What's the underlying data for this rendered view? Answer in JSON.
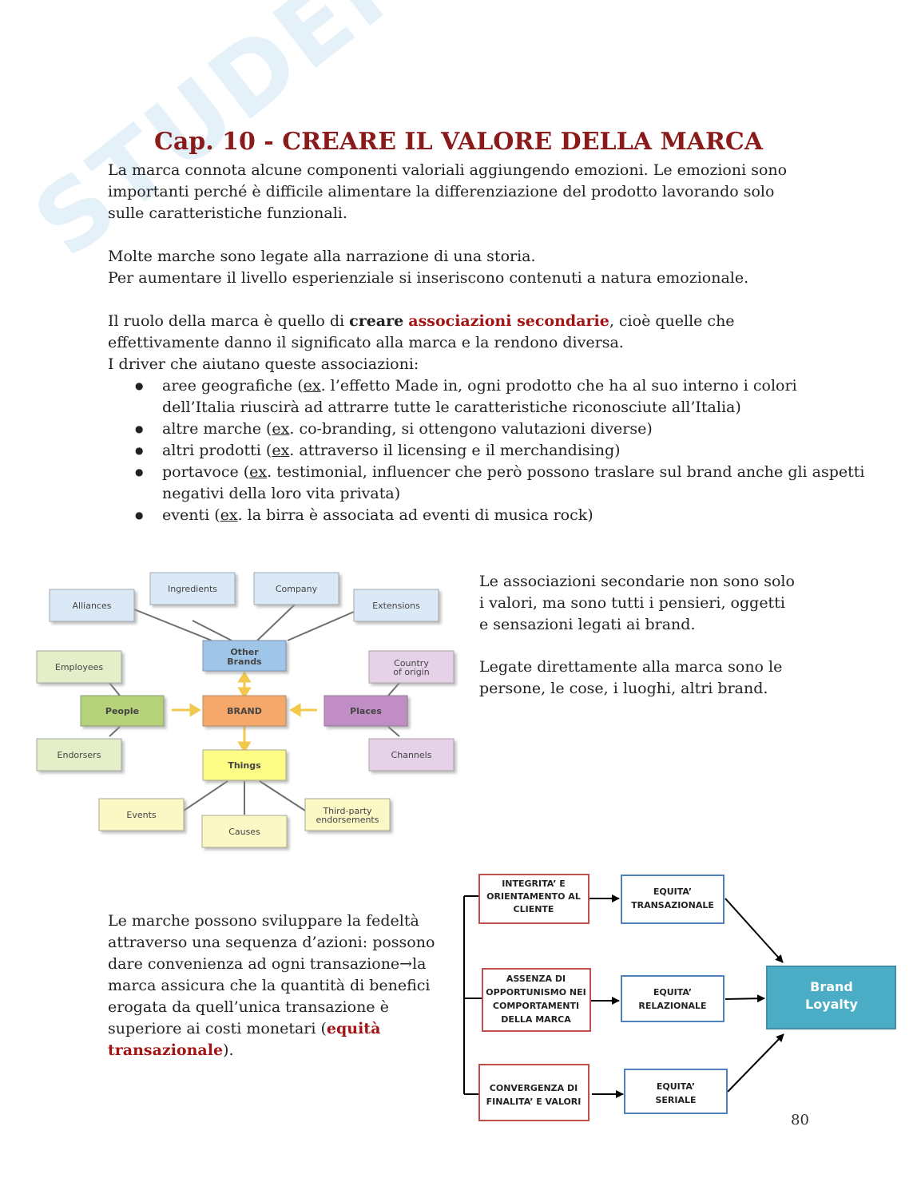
{
  "title": {
    "pre": "Cap. 10 - ",
    "main": "CREARE IL VALORE DELLA MARCA"
  },
  "intro": "La marca connota alcune componenti valoriali aggiungendo emozioni. Le emozioni sono importanti perché è difficile alimentare la differenziazione del prodotto lavorando solo sulle caratteristiche funzionali.",
  "story1": "Molte marche sono legate alla narrazione di una storia.",
  "story2": "Per aumentare il livello esperienziale si inseriscono contenuti a natura emozionale.",
  "ruolo": {
    "p1": "Il ruolo della marca è quello di ",
    "bold": "creare",
    "red": "associazioni secondarie",
    "p2": ", cioè quelle che effettivamente danno il significato alla marca e la rendono diversa."
  },
  "driver_intro": "I driver che aiutano queste associazioni:",
  "drivers": [
    {
      "pre": "aree geografiche (",
      "ex": "ex",
      "post": ". l’effetto Made in, ogni prodotto che ha al suo interno i colori dell’Italia riuscirà ad attrarre tutte le caratteristiche riconosciute all’Italia)"
    },
    {
      "pre": "altre marche (",
      "ex": "ex",
      "post": ". co-branding, si ottengono valutazioni diverse)"
    },
    {
      "pre": "altri prodotti (",
      "ex": "ex",
      "post": ". attraverso il licensing e il merchandising)"
    },
    {
      "pre": "portavoce (",
      "ex": "ex",
      "post": ". testimonial, influencer che però possono traslare sul brand anche gli aspetti negativi della loro vita privata)"
    },
    {
      "pre": "eventi (",
      "ex": "ex",
      "post": ". la birra è associata ad eventi di musica rock)"
    }
  ],
  "diagram1": {
    "alliances": "Alliances",
    "ingredients": "Ingredients",
    "company": "Company",
    "extensions": "Extensions",
    "other_brands_1": "Other",
    "other_brands_2": "Brands",
    "employees": "Employees",
    "country_1": "Country",
    "country_2": "of origin",
    "people": "People",
    "brand": "BRAND",
    "places": "Places",
    "endorsers": "Endorsers",
    "channels": "Channels",
    "things": "Things",
    "events": "Events",
    "causes": "Causes",
    "third_1": "Third-party",
    "third_2": "endorsements",
    "colors": {
      "blue": "#dbe8f5",
      "blue_dark": "#9fc6e8",
      "green": "#e4efc9",
      "green_dark": "#b5d27a",
      "orange": "#f5a86a",
      "purple": "#c08ec4",
      "purple_light": "#e6d2e8",
      "yellow": "#fbfb86",
      "yellow_light": "#fbf8c6",
      "arrow": "#f2c94c"
    }
  },
  "right_text1": "Le associazioni secondarie non sono solo i valori, ma sono tutti i pensieri, oggetti e sensazioni legati ai brand.",
  "right_text2": "Legate direttamente alla marca sono le persone, le cose, i luoghi, altri brand.",
  "left_text": {
    "p1": "Le marche possono sviluppare la fedeltà attraverso una sequenza d’azioni: possono dare convenienza ad ogni transazione→la marca assicura che la quantità di benefici erogata da quell’unica transazione è superiore ai costi monetari (",
    "red": "equità transazionale",
    "p2": ")."
  },
  "diagram2": {
    "r1": [
      "INTEGRITA’ E",
      "ORIENTAMENTO AL",
      "CLIENTE"
    ],
    "r2": [
      "ASSENZA DI",
      "OPPORTUNISMO NEI",
      "COMPORTAMENTI",
      "DELLA MARCA"
    ],
    "r3": [
      "CONVERGENZA DI",
      "FINALITA’ E VALORI"
    ],
    "b1": [
      "EQUITA’",
      "TRANSAZIONALE"
    ],
    "b2": [
      "EQUITA’",
      "RELAZIONALE"
    ],
    "b3": [
      "EQUITA’",
      "SERIALE"
    ],
    "loyalty": [
      "Brand",
      "Loyalty"
    ],
    "colors": {
      "red_border": "#c0504d",
      "blue_border": "#4f81bd",
      "loyalty_fill": "#4bacc6"
    }
  },
  "page_number": "80"
}
